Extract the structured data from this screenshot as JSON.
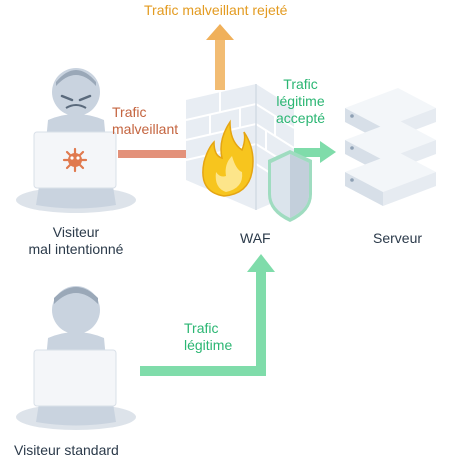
{
  "labels": {
    "rejected": "Trafic malveillant rejeté",
    "malicious_line1": "Trafic",
    "malicious_line2": "malveillant",
    "accepted_line1": "Trafic",
    "accepted_line2": "légitime",
    "accepted_line3": "accepté",
    "legit_line1": "Trafic",
    "legit_line2": "légitime",
    "waf": "WAF",
    "server": "Serveur",
    "bad_visitor_line1": "Visiteur",
    "bad_visitor_line2": "mal intentionné",
    "std_visitor": "Visiteur standard"
  },
  "colors": {
    "malicious": "#e3917a",
    "rejected": "#f0b05a",
    "legit": "#7fdcaa",
    "person": "#c9d3df",
    "person_dark": "#9aa8b8",
    "laptop": "#f4f6f9",
    "virus": "#e07a4f",
    "fire": "#f7c51e"
  },
  "icons": [
    "malicious-visitor-icon",
    "virus-icon",
    "standard-visitor-icon",
    "firewall-wall-icon",
    "fire-icon",
    "shield-icon",
    "server-icon"
  ]
}
